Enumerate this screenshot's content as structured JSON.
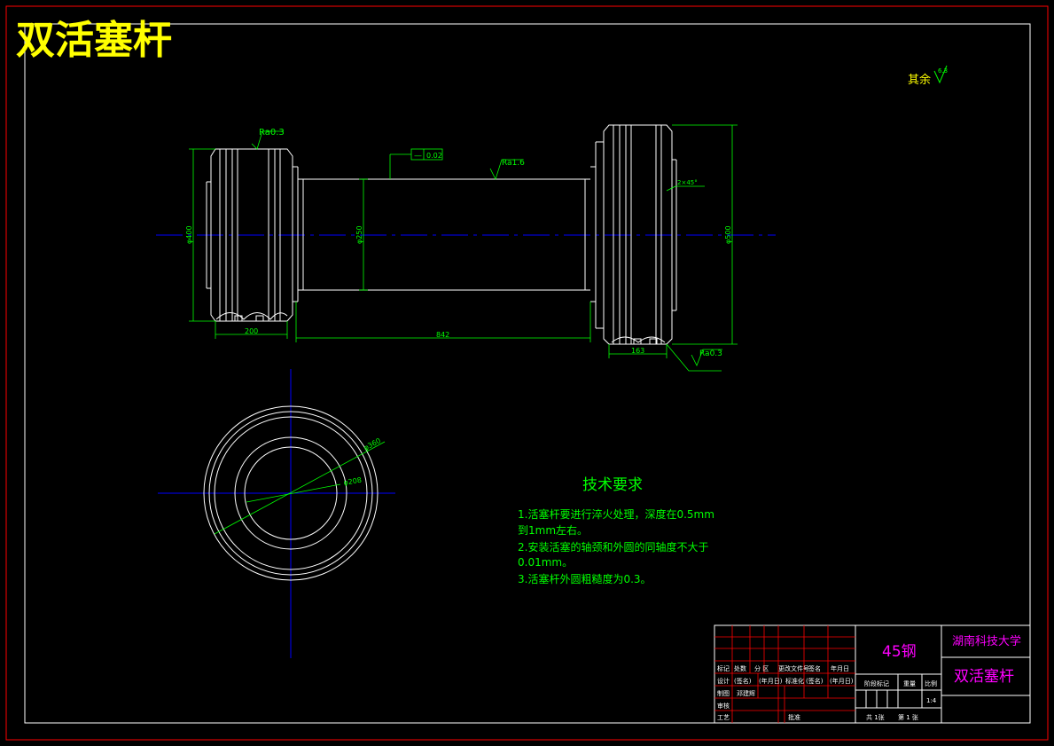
{
  "drawing_title": "双活塞杆",
  "roughness_general": {
    "prefix": "其余",
    "value": "6.3"
  },
  "part_view": {
    "roughness_left": "Ra0.3",
    "roughness_middle": "Ra1.6",
    "roughness_right": "Ra0.3",
    "tolerance": {
      "symbol": "—",
      "value": "0.02"
    },
    "chamfer": "2×45°",
    "dim_left_dia": "φ400",
    "dim_middle_dia": "φ250",
    "dim_right_dia": "φ500",
    "dim_left_len": "200",
    "dim_middle_len": "842",
    "dim_right_len": "163"
  },
  "end_view": {
    "outer_dia": "φ360",
    "inner_dia": "φ208"
  },
  "requirements": {
    "heading": "技术要求",
    "lines": [
      "1.活塞杆要进行淬火处理，深度在0.5mm",
      "到1mm左右。",
      "2.安装活塞的轴颈和外圆的同轴度不大于",
      "0.01mm。",
      "3.活塞杆外圆粗糙度为0.3。"
    ]
  },
  "title_block": {
    "material": "45钢",
    "school": "湖南科技大学",
    "part_name": "双活塞杆",
    "hdr_row": [
      "标记",
      "处数",
      "分 区",
      "更改文件号",
      "签名",
      "年月日"
    ],
    "design_row": [
      "设计",
      "(签名)",
      "(年月日)",
      "标准化",
      "(签名)",
      "(年月日)"
    ],
    "draw_row": [
      "制图",
      "邓建辉"
    ],
    "review": "审核",
    "process": "工艺",
    "approve": "批准",
    "stage_label": "阶段标记",
    "weight_label": "重量",
    "scale_label": "比例",
    "scale_value": "1:4",
    "sheet_total": "共 1张",
    "sheet_no": "第 1 张"
  },
  "colors": {
    "outline": "#ffffff",
    "border": "#ff0000",
    "dim": "#00ff00",
    "center": "#0000ff",
    "title": "#ffff00",
    "block": "#ff00ff"
  }
}
